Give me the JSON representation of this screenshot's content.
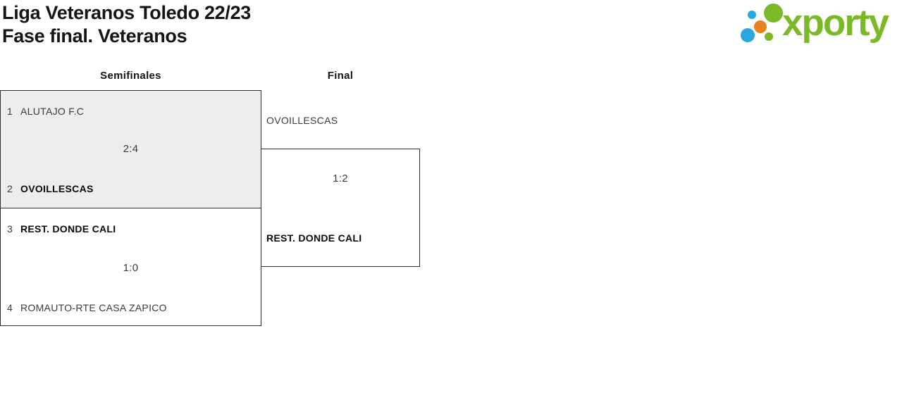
{
  "page": {
    "title_line1": "Liga Veteranos Toledo 22/23",
    "title_line2": "Fase final. Veteranos"
  },
  "logo": {
    "wordmark": "xporty"
  },
  "colors": {
    "brand_green": "#7bb929",
    "brand_blue": "#2ca8e0",
    "brand_orange": "#e8821c",
    "match_box_grey": "#ededed",
    "border_dark": "#2e2e2e"
  },
  "bracket": {
    "rounds": [
      {
        "label": "Semifinales"
      },
      {
        "label": "Final"
      }
    ],
    "semifinal1": {
      "score": "2:4",
      "team1": {
        "seed": "1",
        "name": "ALUTAJO F.C",
        "winner": false
      },
      "team2": {
        "seed": "2",
        "name": "OVOILLESCAS",
        "winner": true
      }
    },
    "semifinal2": {
      "score": "1:0",
      "team1": {
        "seed": "3",
        "name": "REST. DONDE CALI",
        "winner": true
      },
      "team2": {
        "seed": "4",
        "name": "ROMAUTO-RTE CASA ZAPICO",
        "winner": false
      }
    },
    "final": {
      "score": "1:2",
      "team1": {
        "name": "OVOILLESCAS",
        "winner": false
      },
      "team2": {
        "name": "REST. DONDE CALI",
        "winner": true
      }
    }
  }
}
